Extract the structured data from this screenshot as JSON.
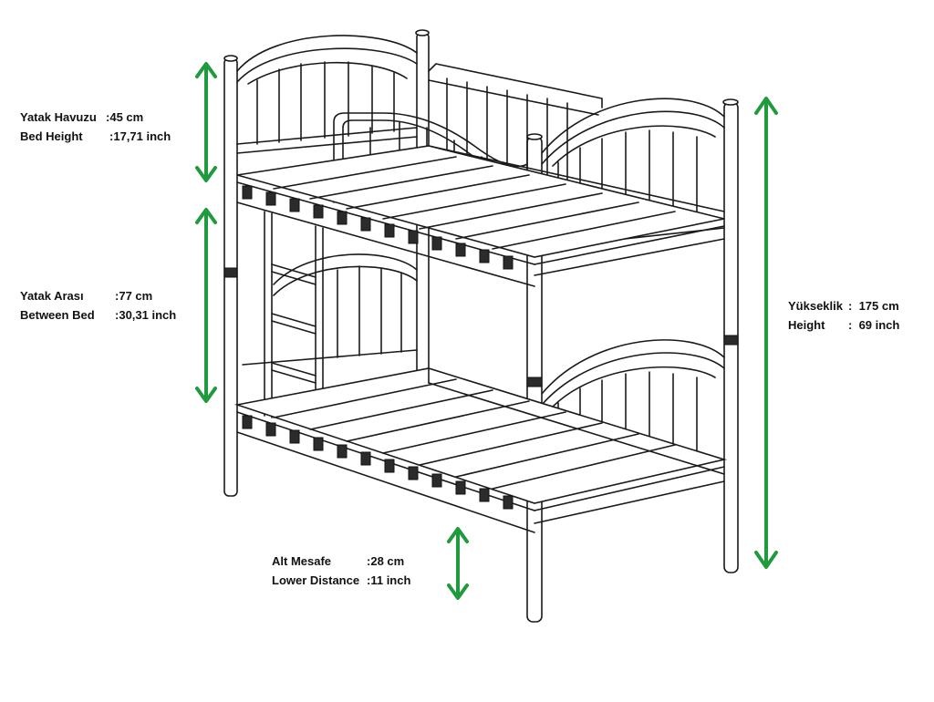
{
  "colors": {
    "arrow": "#1f9a3c",
    "line": "#1a1a1a"
  },
  "measurements": {
    "bed_height": {
      "label_tr": "Yatak Havuzu",
      "value_tr": "45 cm",
      "label_en": "Bed Height",
      "value_en": "17,71 inch"
    },
    "between_bed": {
      "label_tr": "Yatak Arası",
      "value_tr": "77 cm",
      "label_en": "Between Bed",
      "value_en": "30,31 inch"
    },
    "height": {
      "label_tr": "Yükseklik",
      "value_tr": "175 cm",
      "label_en": "Height",
      "value_en": "69 inch"
    },
    "lower_distance": {
      "label_tr": "Alt Mesafe",
      "value_tr": "28 cm",
      "label_en": "Lower Distance",
      "value_en": "11 inch"
    }
  }
}
